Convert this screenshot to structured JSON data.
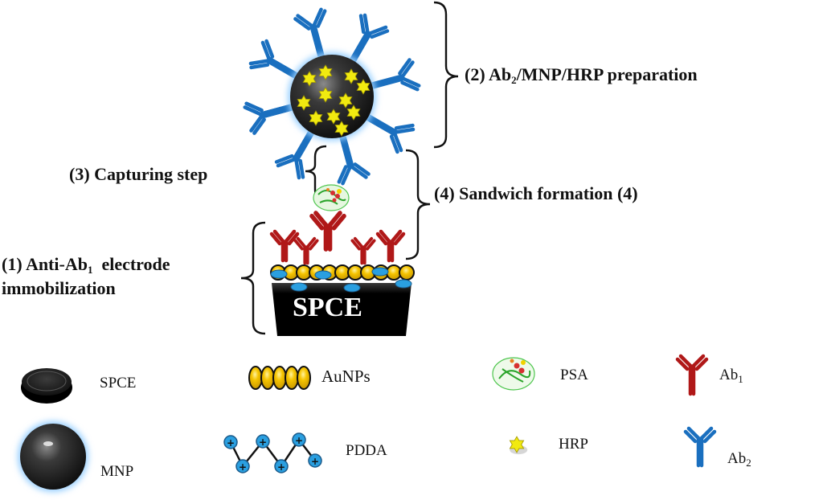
{
  "title": "Sandwich immunosensor fabrication scheme",
  "steps": {
    "step1": {
      "prefix": "(1) Anti-Ab",
      "sub": "1",
      "suffix": "  electrode",
      "line2": "immobilization"
    },
    "step2": {
      "prefix": "(2) Ab",
      "sub": "2",
      "suffix": "/MNP/HRP  preparation"
    },
    "step3": {
      "text": "(3) Capturing  step"
    },
    "step4": {
      "text": "(4) Sandwich formation (4)"
    }
  },
  "electrode_label": "SPCE",
  "legend": {
    "spce": {
      "label": "SPCE",
      "icon": "spce-disk-icon"
    },
    "aunps": {
      "label": "AuNPs",
      "icon": "gold-nanoparticles-icon"
    },
    "psa": {
      "label": "PSA",
      "icon": "protein-structure-icon"
    },
    "ab1": {
      "label": "Ab",
      "sub": "1",
      "icon": "red-antibody-icon"
    },
    "mnp": {
      "label": "MNP",
      "icon": "magnetic-nanoparticle-icon"
    },
    "pdda": {
      "label": "PDDA",
      "icon": "polymer-chain-icon"
    },
    "hrp": {
      "label": "HRP",
      "icon": "star-enzyme-icon"
    },
    "ab2": {
      "label": "Ab",
      "sub": "2",
      "icon": "blue-antibody-icon"
    }
  },
  "colors": {
    "ab1": "#b01818",
    "ab2": "#1a6fbf",
    "gold": "#f5c400",
    "pdda": "#2a9fe0",
    "electrode": "#0a0a0a",
    "hrp": "#e8e000"
  }
}
